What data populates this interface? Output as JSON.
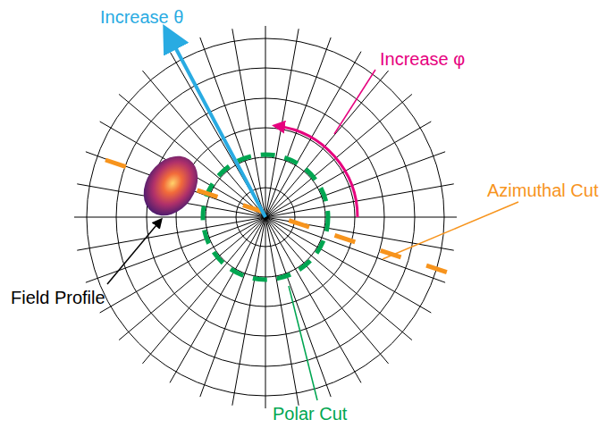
{
  "diagram": {
    "labels": [
      "Increase θ",
      "Increase φ",
      "Azimuthal Cut",
      "Field Profile",
      "Polar Cut"
    ]
  }
}
